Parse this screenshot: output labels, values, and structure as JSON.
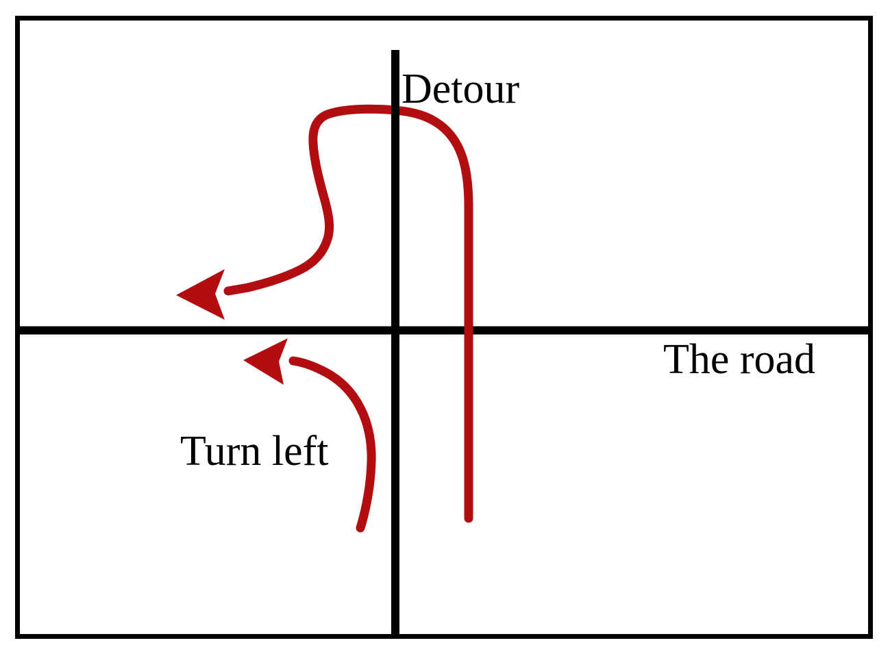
{
  "diagram": {
    "title": "Detour road diagram",
    "labels": {
      "detour": "Detour",
      "road": "The road",
      "turn_left": "Turn left"
    },
    "colors": {
      "background": "#ffffff",
      "line": "#000000",
      "arrow": "#b20d11"
    },
    "shapes": {
      "outer_border": "rectangular frame around diagram",
      "vertical_road": "vertical black road line crossing horizontal road",
      "horizontal_road": "horizontal black road line (the road)",
      "detour_arrow": "red arrow from below road going up, looping left over the intersection and curving down-left (detour path)",
      "turn_left_arrow": "red arrow from below road curving up and pointing left (turn left path)"
    }
  }
}
